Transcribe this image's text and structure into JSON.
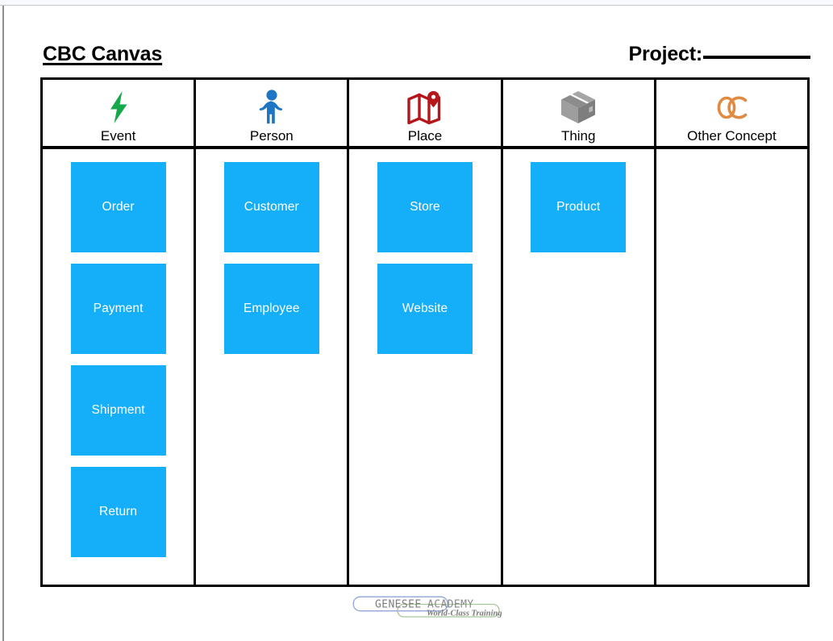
{
  "header": {
    "title": "CBC Canvas",
    "project_label": "Project:",
    "project_value": ""
  },
  "colors": {
    "note": "#15AEF8",
    "note_text": "#FFFFFF",
    "event_icon": "#17A84C",
    "person_icon": "#1C76C4",
    "place_icon": "#B5161B",
    "thing_icon": "#9A9A9A",
    "other_icon": "#E08A42",
    "grid_line": "#000000",
    "page_background": "#FFFFFF"
  },
  "columns": [
    {
      "label": "Event",
      "icon": "lightning-bolt-icon",
      "notes": [
        "Order",
        "Payment",
        "Shipment",
        "Return"
      ]
    },
    {
      "label": "Person",
      "icon": "person-icon",
      "notes": [
        "Customer",
        "Employee"
      ]
    },
    {
      "label": "Place",
      "icon": "map-pin-icon",
      "notes": [
        "Store",
        "Website"
      ]
    },
    {
      "label": "Thing",
      "icon": "box-icon",
      "notes": [
        "Product"
      ]
    },
    {
      "label": "Other Concept",
      "icon": "oc-monogram-icon",
      "notes": []
    }
  ],
  "footer": {
    "logo_word_1": "GENESEE",
    "logo_word_2": "ACADEMY",
    "tagline": "World-Class Training"
  }
}
